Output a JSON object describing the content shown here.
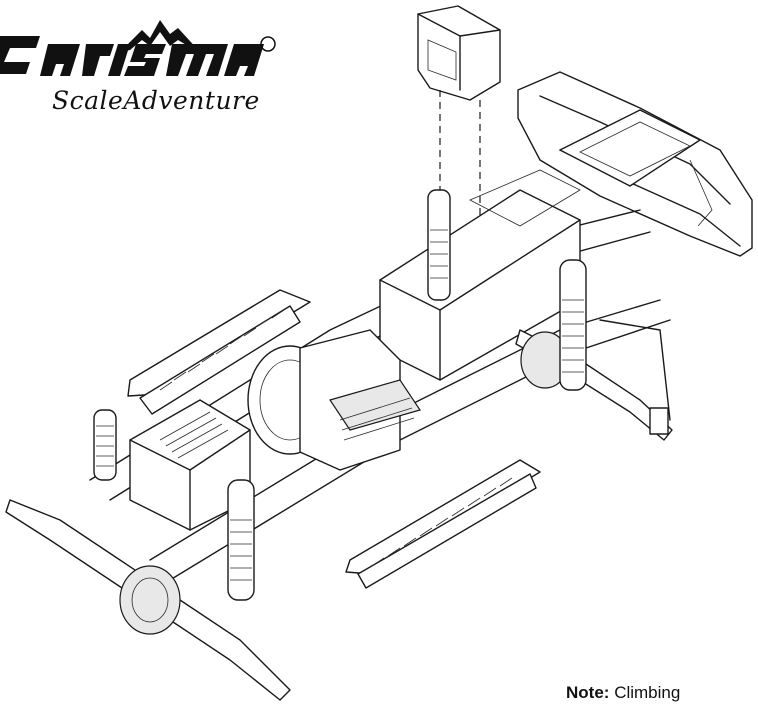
{
  "brand": {
    "logo_wordmark": "Carisma",
    "registered_mark": "®",
    "tagline": "ScaleAdventure"
  },
  "note": {
    "label": "Note:",
    "text": "Climbing"
  },
  "icons": {
    "logo": "mountain-logo-icon",
    "chassis": "rc-crawler-chassis-exploded-drawing"
  }
}
